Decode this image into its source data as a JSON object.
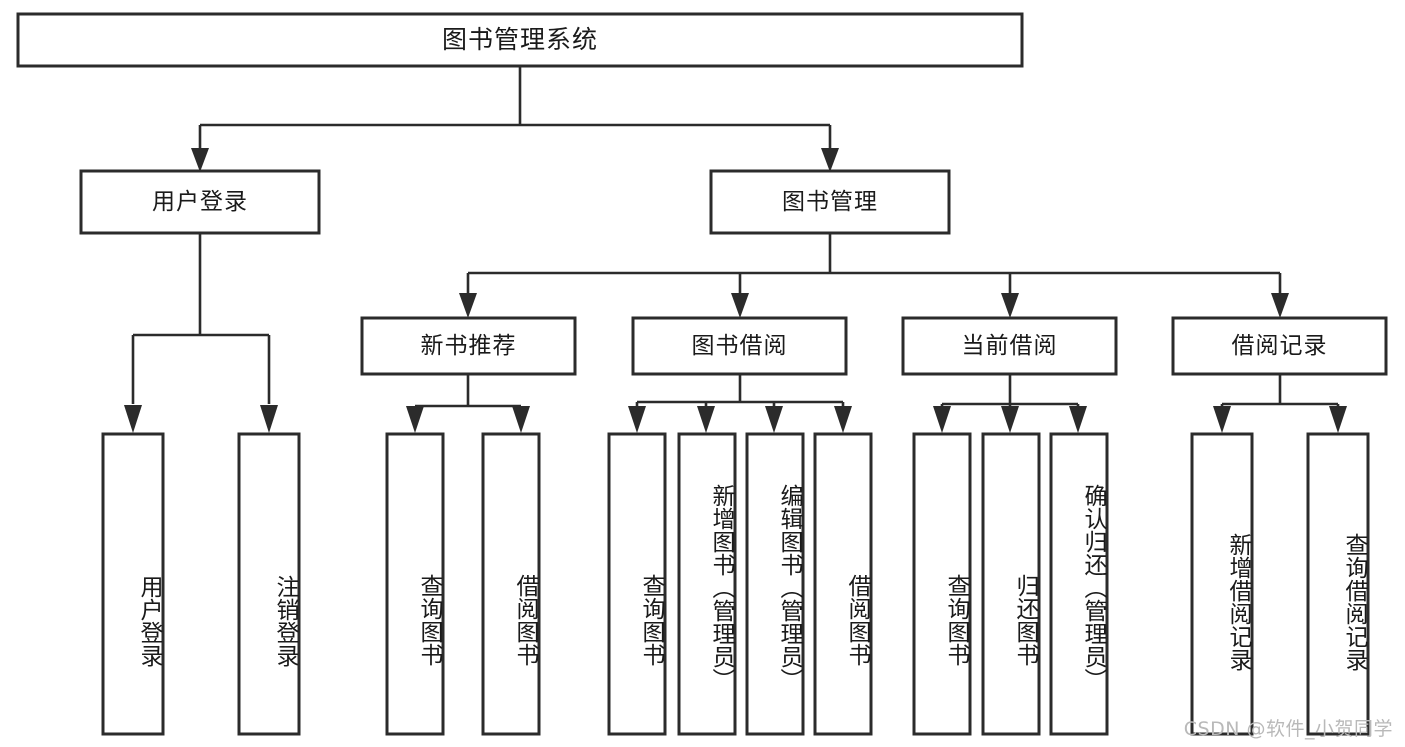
{
  "diagram": {
    "title": "图书管理系统",
    "type": "tree-hierarchy",
    "watermark": "CSDN @软件_小贺同学",
    "colors": {
      "box_stroke": "#2b2b2b",
      "box_fill": "#ffffff",
      "connector": "#2b2b2b",
      "text": "#1a1a1a",
      "watermark": "#b9b9b9",
      "background": "#ffffff"
    },
    "root": {
      "label": "图书管理系统",
      "orientation": "horizontal"
    },
    "level2": [
      {
        "id": "user-login",
        "label": "用户登录",
        "orientation": "horizontal"
      },
      {
        "id": "book-manage",
        "label": "图书管理",
        "orientation": "horizontal"
      }
    ],
    "level3": [
      {
        "id": "new-book-recommend",
        "label": "新书推荐",
        "orientation": "horizontal",
        "parent": "book-manage"
      },
      {
        "id": "book-borrow",
        "label": "图书借阅",
        "orientation": "horizontal",
        "parent": "book-manage"
      },
      {
        "id": "current-borrow",
        "label": "当前借阅",
        "orientation": "horizontal",
        "parent": "book-manage"
      },
      {
        "id": "borrow-record",
        "label": "借阅记录",
        "orientation": "horizontal",
        "parent": "book-manage"
      }
    ],
    "leaves": [
      {
        "id": "leaf-user-login",
        "label": "用户登录",
        "orientation": "vertical",
        "parent": "user-login"
      },
      {
        "id": "leaf-user-logout",
        "label": "注销登录",
        "orientation": "vertical",
        "parent": "user-login"
      },
      {
        "id": "leaf-query-book-1",
        "label": "查询图书",
        "orientation": "vertical",
        "parent": "new-book-recommend"
      },
      {
        "id": "leaf-borrow-book-1",
        "label": "借阅图书",
        "orientation": "vertical",
        "parent": "new-book-recommend"
      },
      {
        "id": "leaf-query-book-2",
        "label": "查询图书",
        "orientation": "vertical",
        "parent": "book-borrow"
      },
      {
        "id": "leaf-add-book",
        "label": "新增图书（管理员）",
        "orientation": "vertical",
        "parent": "book-borrow"
      },
      {
        "id": "leaf-edit-book",
        "label": "编辑图书（管理员）",
        "orientation": "vertical",
        "parent": "book-borrow"
      },
      {
        "id": "leaf-borrow-book-2",
        "label": "借阅图书",
        "orientation": "vertical",
        "parent": "book-borrow"
      },
      {
        "id": "leaf-query-book-3",
        "label": "查询图书",
        "orientation": "vertical",
        "parent": "current-borrow"
      },
      {
        "id": "leaf-return-book",
        "label": "归还图书",
        "orientation": "vertical",
        "parent": "current-borrow"
      },
      {
        "id": "leaf-confirm-return",
        "label": "确认归还（管理员）",
        "orientation": "vertical",
        "parent": "current-borrow"
      },
      {
        "id": "leaf-add-record",
        "label": "新增借阅记录",
        "orientation": "vertical",
        "parent": "borrow-record"
      },
      {
        "id": "leaf-query-record",
        "label": "查询借阅记录",
        "orientation": "vertical",
        "parent": "borrow-record"
      }
    ]
  }
}
